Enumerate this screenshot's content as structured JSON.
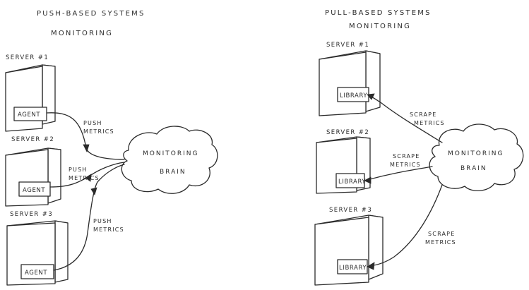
{
  "push_panel": {
    "title_line1": "PUSH-BASED SYSTEMS",
    "title_line2": "MONITORING",
    "servers": [
      {
        "label": "SERVER #1",
        "box_label": "AGENT"
      },
      {
        "label": "SERVER #2",
        "box_label": "AGENT"
      },
      {
        "label": "SERVER #3",
        "box_label": "AGENT"
      }
    ],
    "edge_labels": [
      {
        "line1": "PUSH",
        "line2": "METRICS"
      },
      {
        "line1": "PUSH",
        "line2": "METRICS"
      },
      {
        "line1": "PUSH",
        "line2": "METRICS"
      }
    ],
    "brain": {
      "line1": "MONITORING",
      "line2": "BRAIN"
    }
  },
  "pull_panel": {
    "title_line1": "PULL-BASED SYSTEMS",
    "title_line2": "MONITORING",
    "servers": [
      {
        "label": "SERVER #1",
        "box_label": "LIBRARY"
      },
      {
        "label": "SERVER #2",
        "box_label": "LIBRARY"
      },
      {
        "label": "SERVER #3",
        "box_label": "LIBRARY"
      }
    ],
    "edge_labels": [
      {
        "line1": "SCRAPE",
        "line2": "METRICS"
      },
      {
        "line1": "SCRAPE",
        "line2": "METRICS"
      },
      {
        "line1": "SCRAPE",
        "line2": "METRICS"
      }
    ],
    "brain": {
      "line1": "MONITORING",
      "line2": "BRAIN"
    }
  },
  "style": {
    "ink_color": "#2b2b2b",
    "background": "#ffffff"
  }
}
